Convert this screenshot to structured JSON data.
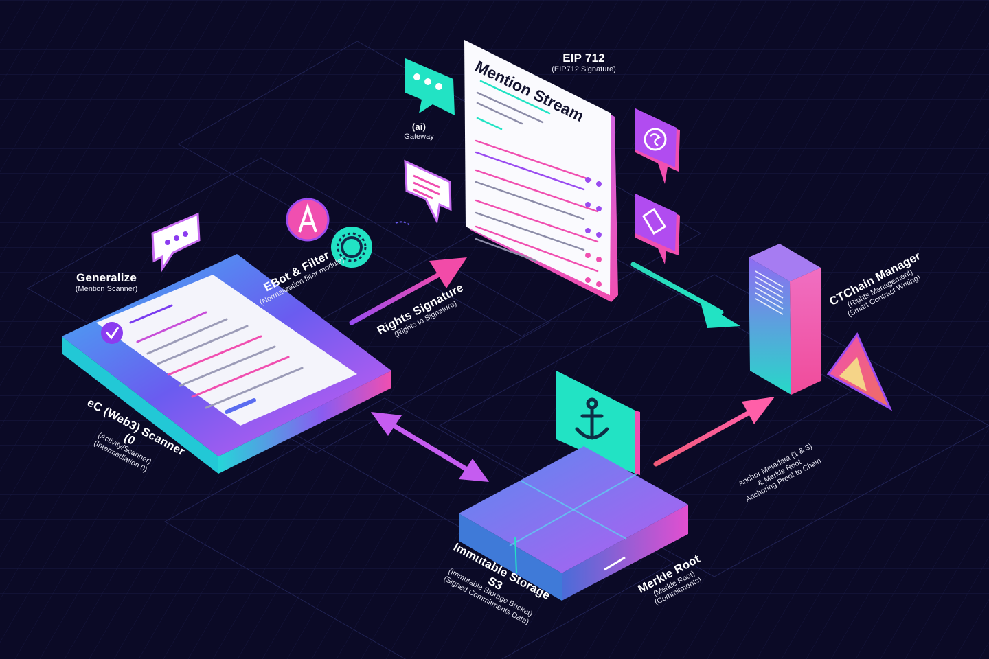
{
  "colors": {
    "background": "#0b0a26",
    "grid": "#1f2150",
    "teal": "#22e3c4",
    "pink": "#f24ba8",
    "purple": "#9a4cf0",
    "blue": "#4d6cf5",
    "violet": "#c86df2"
  },
  "mention_stream": {
    "title": "Mention Stream"
  },
  "labels": {
    "eip712": {
      "title": "EIP 712",
      "sub": "(EIP712 Signature)"
    },
    "chat": {
      "title": "(ai)",
      "sub": "Gateway"
    },
    "generalize": {
      "title": "Generalize",
      "sub": "(Mention Scanner)"
    },
    "ebot": {
      "title": "EBot & Filter",
      "sub": "(Normalization filter module)"
    },
    "rights": {
      "title": "Rights Signature",
      "sub": "(Rights to Signature)"
    },
    "scanner": {
      "title": "eC (Web3) Scanner (0",
      "sub1": "(Activity/Scanner)",
      "sub2": "(Intermediation 0)"
    },
    "chain_manager": {
      "title": "CTChain Manager",
      "sub1": "(Rights Management)",
      "sub2": "(Smart Contract Writing)"
    },
    "merkle_root": {
      "title": "Merkle Root",
      "sub1": "(Merkle Root)",
      "sub2": "(Commitments)"
    },
    "anchor_note": {
      "line1": "Anchor Metadata (1 & 3)",
      "line2": "& Merkle Root",
      "line3": "Anchoring Proof to Chain"
    },
    "storage": {
      "title": "Immutable Storage S3",
      "sub1": "(Immutable Storage Bucket)",
      "sub2": "(Signed Commitments Data)"
    }
  },
  "icons": {
    "chat_top": "chat-bubble-icon",
    "chat_mid": "message-lines-icon",
    "chat_left": "chat-bubble-icon",
    "letter": "letter-a-icon",
    "gear": "gear-icon",
    "dollar": "dollar-icon",
    "signature": "signature-icon",
    "server": "server-icon",
    "warning": "warning-triangle-icon",
    "anchor": "anchor-icon"
  }
}
